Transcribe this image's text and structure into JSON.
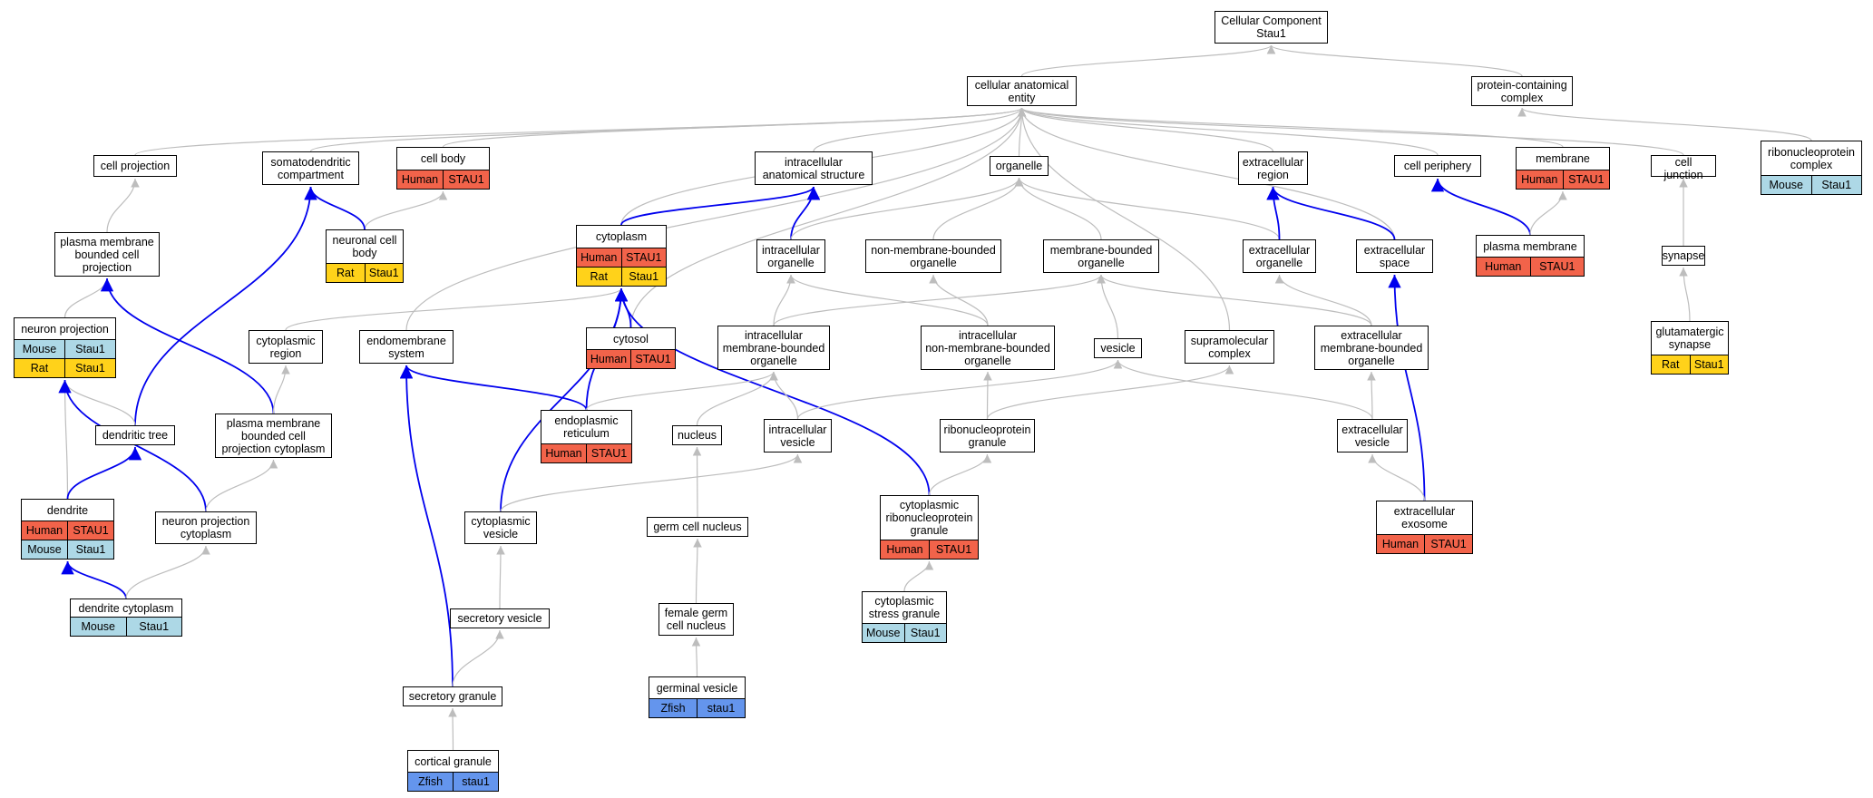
{
  "colors": {
    "gray_edge": "#BDBDBD",
    "blue_edge": "#0000EE",
    "Human": "#F2634A",
    "Rat": "#FFD21A",
    "Mouse": "#ADD8E6",
    "Zfish": "#6495ED"
  },
  "nodes": [
    {
      "id": "root",
      "label": "Cellular Component\nStau1",
      "rows": []
    },
    {
      "id": "cae",
      "label": "cellular anatomical\nentity",
      "rows": []
    },
    {
      "id": "pcc",
      "label": "protein-containing\ncomplex",
      "rows": []
    },
    {
      "id": "rnpc",
      "label": "ribonucleoprotein\ncomplex",
      "rows": [
        [
          "Mouse",
          "Stau1"
        ]
      ]
    },
    {
      "id": "cellproj",
      "label": "cell projection",
      "rows": []
    },
    {
      "id": "somato",
      "label": "somatodendritic\ncompartment",
      "rows": []
    },
    {
      "id": "cellbody",
      "label": "cell body",
      "rows": [
        [
          "Human",
          "STAU1"
        ]
      ]
    },
    {
      "id": "ias",
      "label": "intracellular\nanatomical structure",
      "rows": []
    },
    {
      "id": "organelle",
      "label": "organelle",
      "rows": []
    },
    {
      "id": "exreg",
      "label": "extracellular\nregion",
      "rows": []
    },
    {
      "id": "periph",
      "label": "cell periphery",
      "rows": []
    },
    {
      "id": "membrane",
      "label": "membrane",
      "rows": [
        [
          "Human",
          "STAU1"
        ]
      ]
    },
    {
      "id": "celljunc",
      "label": "cell junction",
      "rows": []
    },
    {
      "id": "pmbcp",
      "label": "plasma membrane\nbounded cell\nprojection",
      "rows": []
    },
    {
      "id": "ncb",
      "label": "neuronal cell\nbody",
      "rows": [
        [
          "Rat",
          "Stau1"
        ]
      ]
    },
    {
      "id": "cytoplasm",
      "label": "cytoplasm",
      "rows": [
        [
          "Human",
          "STAU1"
        ],
        [
          "Rat",
          "Stau1"
        ]
      ]
    },
    {
      "id": "intorg",
      "label": "intracellular\norganelle",
      "rows": []
    },
    {
      "id": "nmbo",
      "label": "non-membrane-bounded\norganelle",
      "rows": []
    },
    {
      "id": "mbo",
      "label": "membrane-bounded\norganelle",
      "rows": []
    },
    {
      "id": "exorg",
      "label": "extracellular\norganelle",
      "rows": []
    },
    {
      "id": "exspace",
      "label": "extracellular\nspace",
      "rows": []
    },
    {
      "id": "pm",
      "label": "plasma membrane",
      "rows": [
        [
          "Human",
          "STAU1"
        ]
      ]
    },
    {
      "id": "synapse",
      "label": "synapse",
      "rows": []
    },
    {
      "id": "neuproj",
      "label": "neuron projection",
      "rows": [
        [
          "Mouse",
          "Stau1"
        ],
        [
          "Rat",
          "Stau1"
        ]
      ]
    },
    {
      "id": "cytreg",
      "label": "cytoplasmic\nregion",
      "rows": []
    },
    {
      "id": "endomem",
      "label": "endomembrane\nsystem",
      "rows": []
    },
    {
      "id": "cytosol",
      "label": "cytosol",
      "rows": [
        [
          "Human",
          "STAU1"
        ]
      ]
    },
    {
      "id": "imbo",
      "label": "intracellular\nmembrane-bounded\norganelle",
      "rows": []
    },
    {
      "id": "inmbo",
      "label": "intracellular\nnon-membrane-bounded\norganelle",
      "rows": []
    },
    {
      "id": "vesicle",
      "label": "vesicle",
      "rows": []
    },
    {
      "id": "supra",
      "label": "supramolecular\ncomplex",
      "rows": []
    },
    {
      "id": "exmbo",
      "label": "extracellular\nmembrane-bounded\norganelle",
      "rows": []
    },
    {
      "id": "glut",
      "label": "glutamatergic\nsynapse",
      "rows": [
        [
          "Rat",
          "Stau1"
        ]
      ]
    },
    {
      "id": "dtree",
      "label": "dendritic tree",
      "rows": []
    },
    {
      "id": "pmbcpc",
      "label": "plasma membrane\nbounded cell\nprojection cytoplasm",
      "rows": []
    },
    {
      "id": "er",
      "label": "endoplasmic\nreticulum",
      "rows": [
        [
          "Human",
          "STAU1"
        ]
      ]
    },
    {
      "id": "nucleus",
      "label": "nucleus",
      "rows": []
    },
    {
      "id": "intves",
      "label": "intracellular\nvesicle",
      "rows": []
    },
    {
      "id": "rnpg",
      "label": "ribonucleoprotein\ngranule",
      "rows": []
    },
    {
      "id": "exves",
      "label": "extracellular\nvesicle",
      "rows": []
    },
    {
      "id": "dendrite",
      "label": "dendrite",
      "rows": [
        [
          "Human",
          "STAU1"
        ],
        [
          "Mouse",
          "Stau1"
        ]
      ]
    },
    {
      "id": "npc",
      "label": "neuron projection\ncytoplasm",
      "rows": []
    },
    {
      "id": "cytves",
      "label": "cytoplasmic\nvesicle",
      "rows": []
    },
    {
      "id": "gcn",
      "label": "germ cell nucleus",
      "rows": []
    },
    {
      "id": "crnpg",
      "label": "cytoplasmic\nribonucleoprotein\ngranule",
      "rows": [
        [
          "Human",
          "STAU1"
        ]
      ]
    },
    {
      "id": "exosome",
      "label": "extracellular\nexosome",
      "rows": [
        [
          "Human",
          "STAU1"
        ]
      ]
    },
    {
      "id": "dcyt",
      "label": "dendrite cytoplasm",
      "rows": [
        [
          "Mouse",
          "Stau1"
        ]
      ]
    },
    {
      "id": "secves",
      "label": "secretory vesicle",
      "rows": []
    },
    {
      "id": "fgcn",
      "label": "female germ\ncell nucleus",
      "rows": []
    },
    {
      "id": "csg",
      "label": "cytoplasmic\nstress granule",
      "rows": [
        [
          "Mouse",
          "Stau1"
        ]
      ]
    },
    {
      "id": "secgran",
      "label": "secretory granule",
      "rows": []
    },
    {
      "id": "germves",
      "label": "germinal vesicle",
      "rows": [
        [
          "Zfish",
          "stau1"
        ]
      ]
    },
    {
      "id": "cortgran",
      "label": "cortical granule",
      "rows": [
        [
          "Zfish",
          "stau1"
        ]
      ]
    }
  ],
  "edges": [
    {
      "from": "cae",
      "to": "root",
      "kind": "gray"
    },
    {
      "from": "pcc",
      "to": "root",
      "kind": "gray"
    },
    {
      "from": "rnpc",
      "to": "pcc",
      "kind": "gray"
    },
    {
      "from": "cellproj",
      "to": "cae",
      "kind": "gray"
    },
    {
      "from": "somato",
      "to": "cae",
      "kind": "gray"
    },
    {
      "from": "cellbody",
      "to": "cae",
      "kind": "gray"
    },
    {
      "from": "ias",
      "to": "cae",
      "kind": "gray"
    },
    {
      "from": "organelle",
      "to": "cae",
      "kind": "gray"
    },
    {
      "from": "exreg",
      "to": "cae",
      "kind": "gray"
    },
    {
      "from": "periph",
      "to": "cae",
      "kind": "gray"
    },
    {
      "from": "membrane",
      "to": "cae",
      "kind": "gray"
    },
    {
      "from": "celljunc",
      "to": "cae",
      "kind": "gray"
    },
    {
      "from": "endomem",
      "to": "cae",
      "kind": "gray"
    },
    {
      "from": "cytoplasm",
      "to": "cae",
      "kind": "gray"
    },
    {
      "from": "cytosol",
      "to": "cae",
      "kind": "gray"
    },
    {
      "from": "supra",
      "to": "cae",
      "kind": "gray"
    },
    {
      "from": "exspace",
      "to": "cae",
      "kind": "gray"
    },
    {
      "from": "pmbcp",
      "to": "cellproj",
      "kind": "gray"
    },
    {
      "from": "neuproj",
      "to": "pmbcp",
      "kind": "gray"
    },
    {
      "from": "ncb",
      "to": "cellbody",
      "kind": "gray"
    },
    {
      "from": "ncb",
      "to": "somato",
      "kind": "blue"
    },
    {
      "from": "dtree",
      "to": "somato",
      "kind": "blue"
    },
    {
      "from": "cytoplasm",
      "to": "ias",
      "kind": "blue"
    },
    {
      "from": "intorg",
      "to": "ias",
      "kind": "blue"
    },
    {
      "from": "intorg",
      "to": "organelle",
      "kind": "gray"
    },
    {
      "from": "nmbo",
      "to": "organelle",
      "kind": "gray"
    },
    {
      "from": "mbo",
      "to": "organelle",
      "kind": "gray"
    },
    {
      "from": "exorg",
      "to": "organelle",
      "kind": "gray"
    },
    {
      "from": "exorg",
      "to": "exreg",
      "kind": "blue"
    },
    {
      "from": "exspace",
      "to": "exreg",
      "kind": "blue"
    },
    {
      "from": "pm",
      "to": "periph",
      "kind": "blue"
    },
    {
      "from": "pm",
      "to": "membrane",
      "kind": "gray"
    },
    {
      "from": "synapse",
      "to": "celljunc",
      "kind": "gray"
    },
    {
      "from": "glut",
      "to": "synapse",
      "kind": "gray"
    },
    {
      "from": "pmbcpc",
      "to": "pmbcp",
      "kind": "blue"
    },
    {
      "from": "cytreg",
      "to": "cytoplasm",
      "kind": "gray"
    },
    {
      "from": "cytosol",
      "to": "cytoplasm",
      "kind": "blue"
    },
    {
      "from": "er",
      "to": "cytoplasm",
      "kind": "blue"
    },
    {
      "from": "cytves",
      "to": "cytoplasm",
      "kind": "blue"
    },
    {
      "from": "crnpg",
      "to": "cytoplasm",
      "kind": "blue"
    },
    {
      "from": "imbo",
      "to": "intorg",
      "kind": "gray"
    },
    {
      "from": "imbo",
      "to": "mbo",
      "kind": "gray"
    },
    {
      "from": "inmbo",
      "to": "intorg",
      "kind": "gray"
    },
    {
      "from": "inmbo",
      "to": "nmbo",
      "kind": "gray"
    },
    {
      "from": "vesicle",
      "to": "mbo",
      "kind": "gray"
    },
    {
      "from": "exmbo",
      "to": "mbo",
      "kind": "gray"
    },
    {
      "from": "exmbo",
      "to": "exorg",
      "kind": "gray"
    },
    {
      "from": "exosome",
      "to": "exspace",
      "kind": "blue"
    },
    {
      "from": "dtree",
      "to": "neuproj",
      "kind": "gray"
    },
    {
      "from": "dendrite",
      "to": "neuproj",
      "kind": "gray"
    },
    {
      "from": "npc",
      "to": "neuproj",
      "kind": "blue"
    },
    {
      "from": "pmbcpc",
      "to": "cytreg",
      "kind": "gray"
    },
    {
      "from": "er",
      "to": "endomem",
      "kind": "blue"
    },
    {
      "from": "secgran",
      "to": "endomem",
      "kind": "blue"
    },
    {
      "from": "er",
      "to": "imbo",
      "kind": "gray"
    },
    {
      "from": "nucleus",
      "to": "imbo",
      "kind": "gray"
    },
    {
      "from": "intves",
      "to": "imbo",
      "kind": "gray"
    },
    {
      "from": "intves",
      "to": "vesicle",
      "kind": "gray"
    },
    {
      "from": "rnpg",
      "to": "inmbo",
      "kind": "gray"
    },
    {
      "from": "rnpg",
      "to": "supra",
      "kind": "gray"
    },
    {
      "from": "exves",
      "to": "vesicle",
      "kind": "gray"
    },
    {
      "from": "exves",
      "to": "exmbo",
      "kind": "gray"
    },
    {
      "from": "dendrite",
      "to": "dtree",
      "kind": "blue"
    },
    {
      "from": "npc",
      "to": "pmbcpc",
      "kind": "gray"
    },
    {
      "from": "cytves",
      "to": "intves",
      "kind": "gray"
    },
    {
      "from": "gcn",
      "to": "nucleus",
      "kind": "gray"
    },
    {
      "from": "crnpg",
      "to": "rnpg",
      "kind": "gray"
    },
    {
      "from": "exosome",
      "to": "exves",
      "kind": "gray"
    },
    {
      "from": "dcyt",
      "to": "dendrite",
      "kind": "blue"
    },
    {
      "from": "dcyt",
      "to": "npc",
      "kind": "gray"
    },
    {
      "from": "secves",
      "to": "cytves",
      "kind": "gray"
    },
    {
      "from": "fgcn",
      "to": "gcn",
      "kind": "gray"
    },
    {
      "from": "csg",
      "to": "crnpg",
      "kind": "gray"
    },
    {
      "from": "secgran",
      "to": "secves",
      "kind": "gray"
    },
    {
      "from": "germves",
      "to": "fgcn",
      "kind": "gray"
    },
    {
      "from": "cortgran",
      "to": "secgran",
      "kind": "gray"
    }
  ]
}
